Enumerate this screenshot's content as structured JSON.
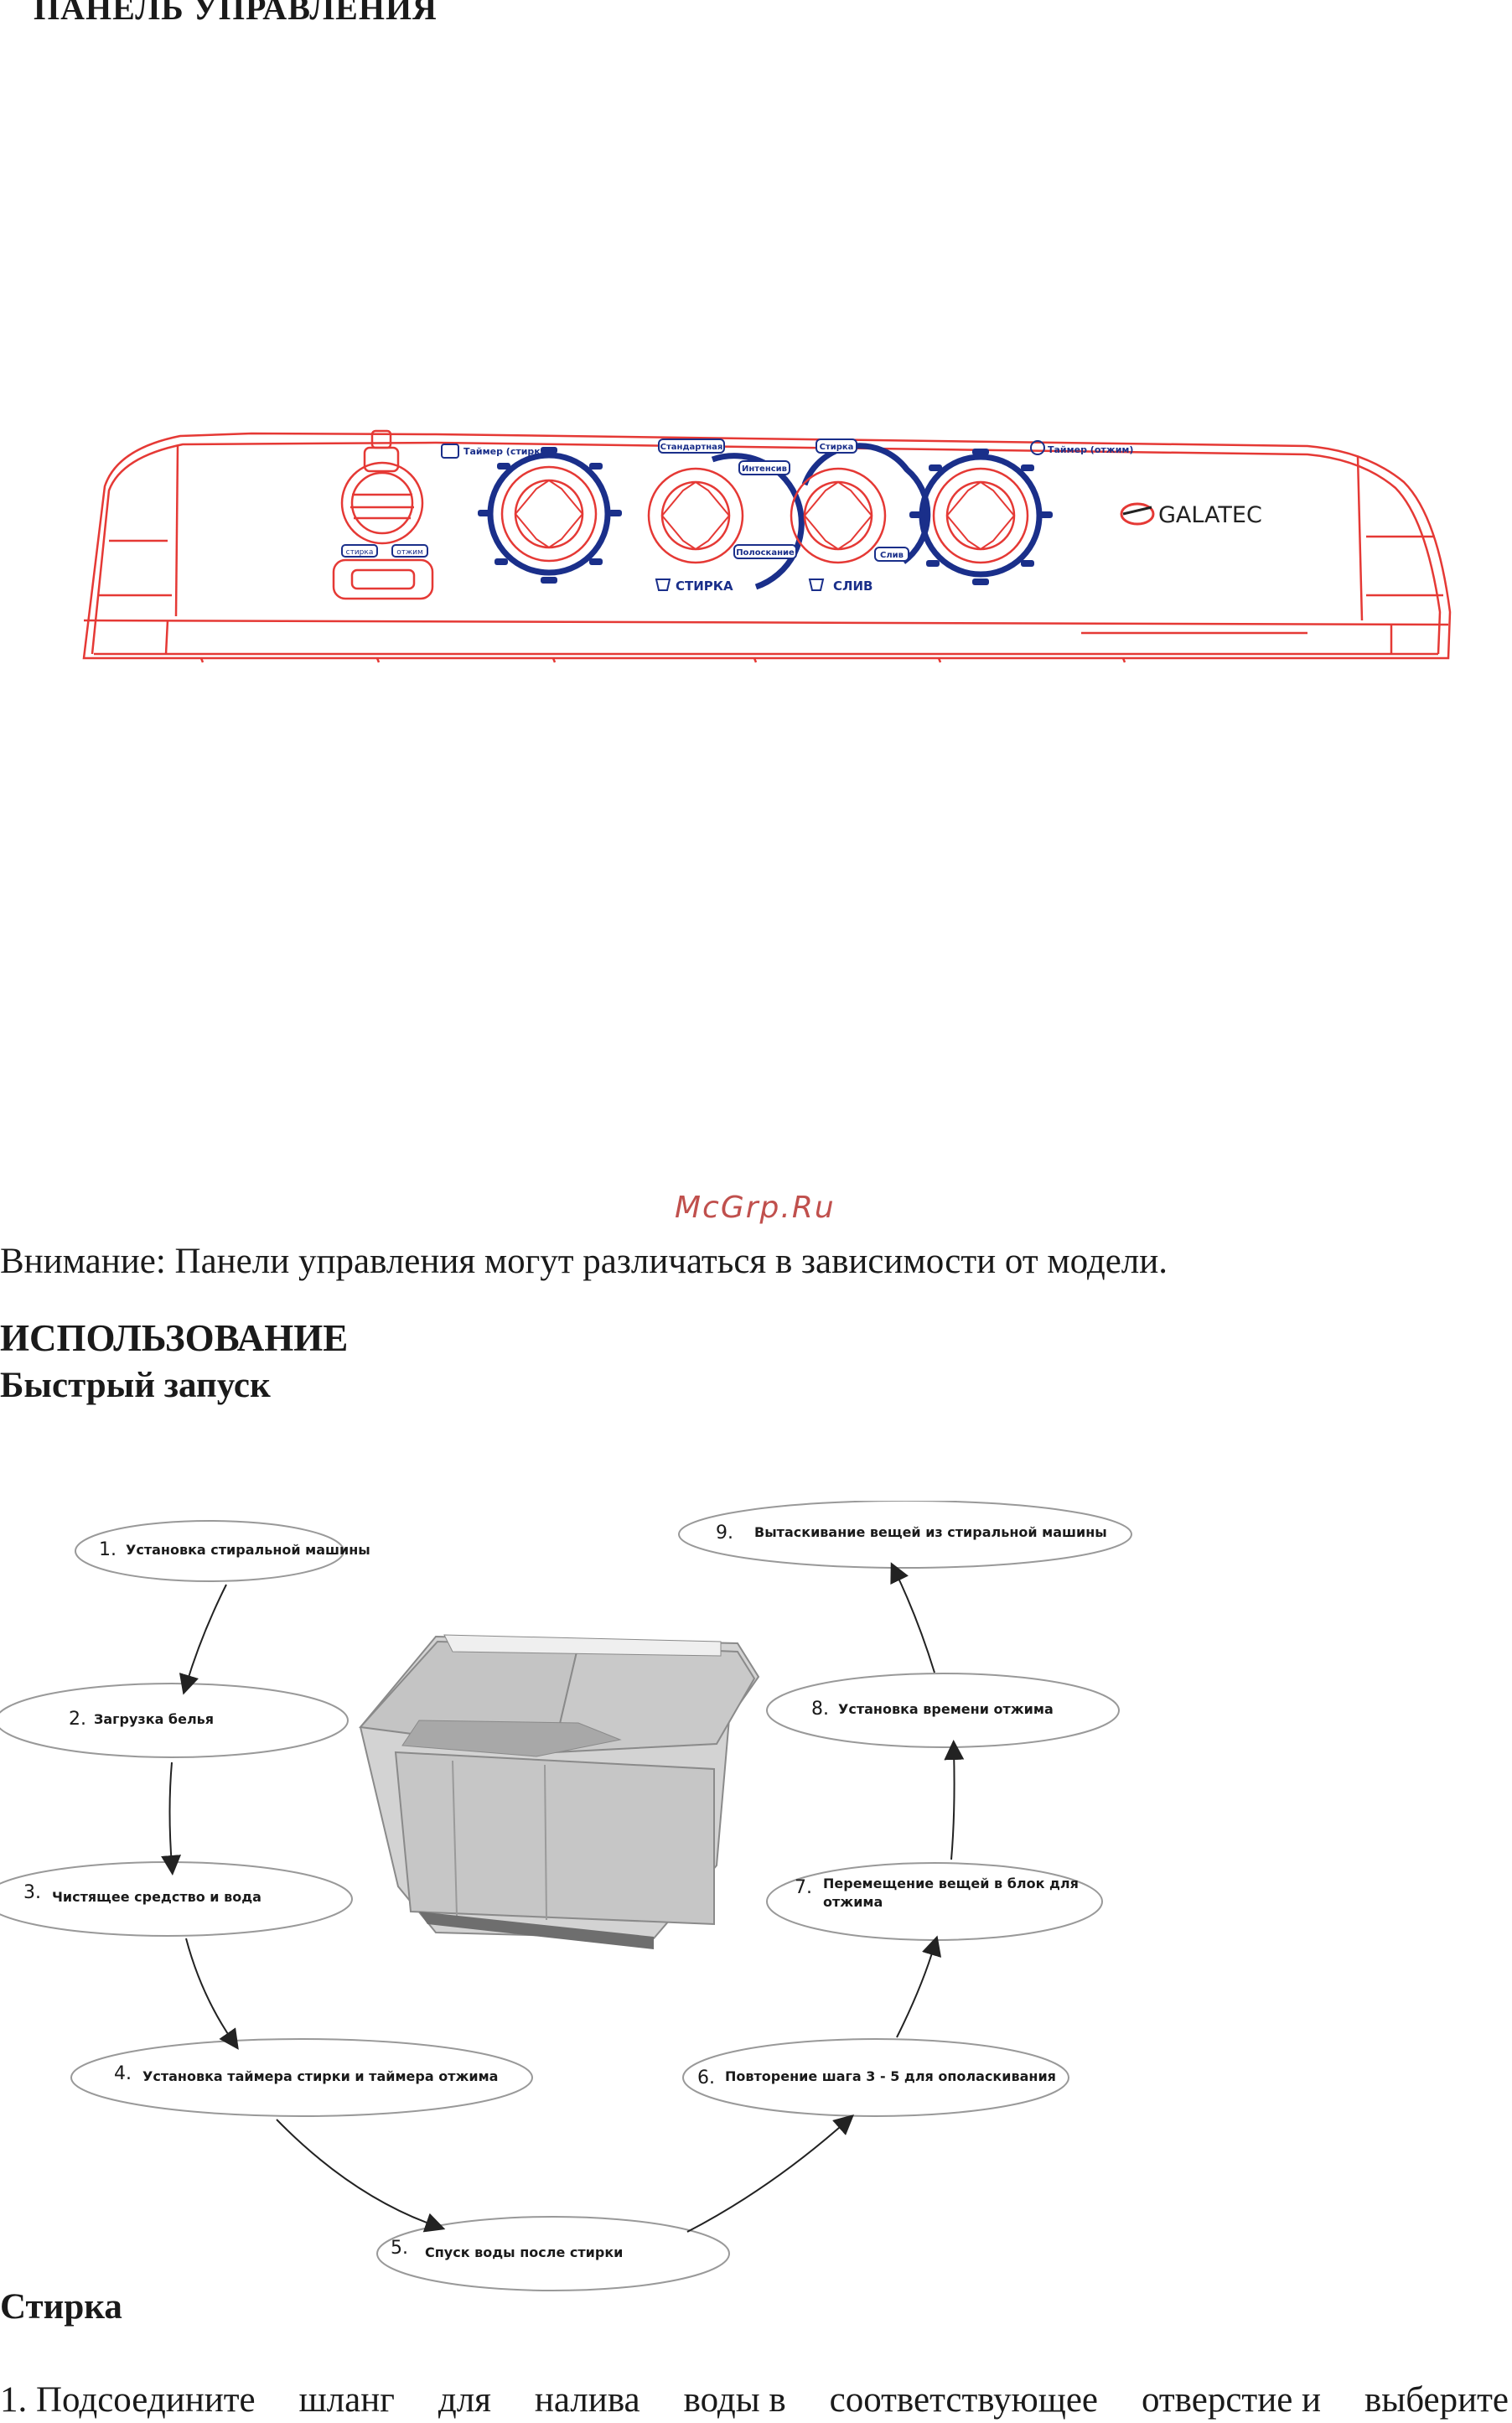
{
  "panel_section": {
    "title": "ПАНЕЛЬ УПРАВЛЕНИЯ",
    "brand": "GALATEC",
    "labels": {
      "timer_wash": "Таймер (стирка)",
      "timer_spin": "Таймер (отжим)",
      "standard": "Стандартная",
      "intensive": "Интенсив",
      "rinse": "Полоскание",
      "wash_mode": "Стирка",
      "drain_mode": "Слив",
      "wash_caption": "СТИРКА",
      "drain_caption": "СЛИВ",
      "btn_wash": "стирка",
      "btn_spin": "отжим"
    }
  },
  "watermark": "McGrp.Ru",
  "note": "Внимание: Панели управления могут различаться в зависимости от модели.",
  "usage_title": "ИСПОЛЬЗОВАНИЕ",
  "quick_start": {
    "title": "Быстрый запуск",
    "steps": [
      {
        "num": "1.",
        "text": "Установка стиральной машины"
      },
      {
        "num": "2.",
        "text": "Загрузка белья"
      },
      {
        "num": "3.",
        "text": "Чистящее средство и вода"
      },
      {
        "num": "4.",
        "text": "Установка таймера стирки и таймера отжима"
      },
      {
        "num": "5.",
        "text": "Спуск воды после стирки"
      },
      {
        "num": "6.",
        "text": "Повторение шага 3 - 5 для ополаскивания"
      },
      {
        "num": "7.",
        "text_line1": "Перемещение вещей в блок для",
        "text_line2": "отжима"
      },
      {
        "num": "8.",
        "text": "Установка времени отжима"
      },
      {
        "num": "9.",
        "text": "Вытаскивание вещей из стиральной машины"
      }
    ]
  },
  "wash_section": {
    "title": "Стирка",
    "step1_words": [
      "1. Подсоедините",
      "шланг",
      "для",
      "налива",
      "воды в",
      "соответствующее",
      "отверстие и",
      "выберите"
    ]
  },
  "colors": {
    "panel_outline": "#e53935",
    "knob_ring": "#1a2f8a",
    "text": "#1a1a1a",
    "watermark": "#c0504d"
  }
}
